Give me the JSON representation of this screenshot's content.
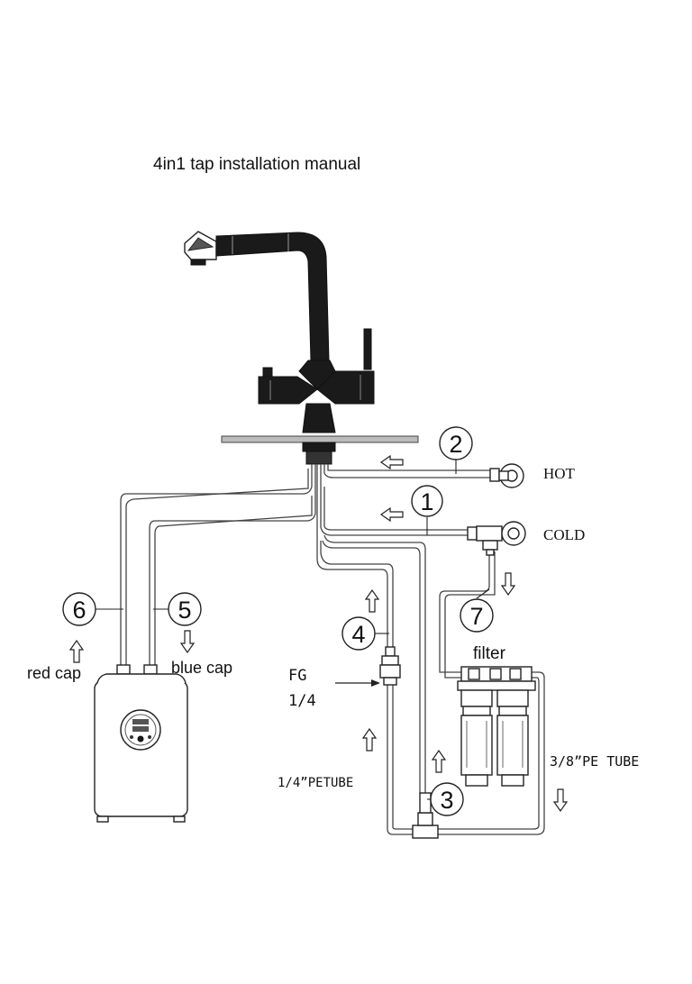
{
  "title": "4in1 tap installation manual",
  "labels": {
    "hot": "HOT",
    "cold": "COLD",
    "filter": "filter",
    "red_cap": "red cap",
    "blue_cap": "blue cap",
    "fg": "FG",
    "fg_size": "1/4",
    "pe_tube_quarter": "1/4”PETUBE",
    "pe_tube_3_8": "3/8”PE TUBE"
  },
  "markers": [
    "1",
    "2",
    "3",
    "4",
    "5",
    "6",
    "7"
  ],
  "colors": {
    "line": "#222222",
    "tap_body": "#1a1a1a",
    "background": "#ffffff"
  }
}
